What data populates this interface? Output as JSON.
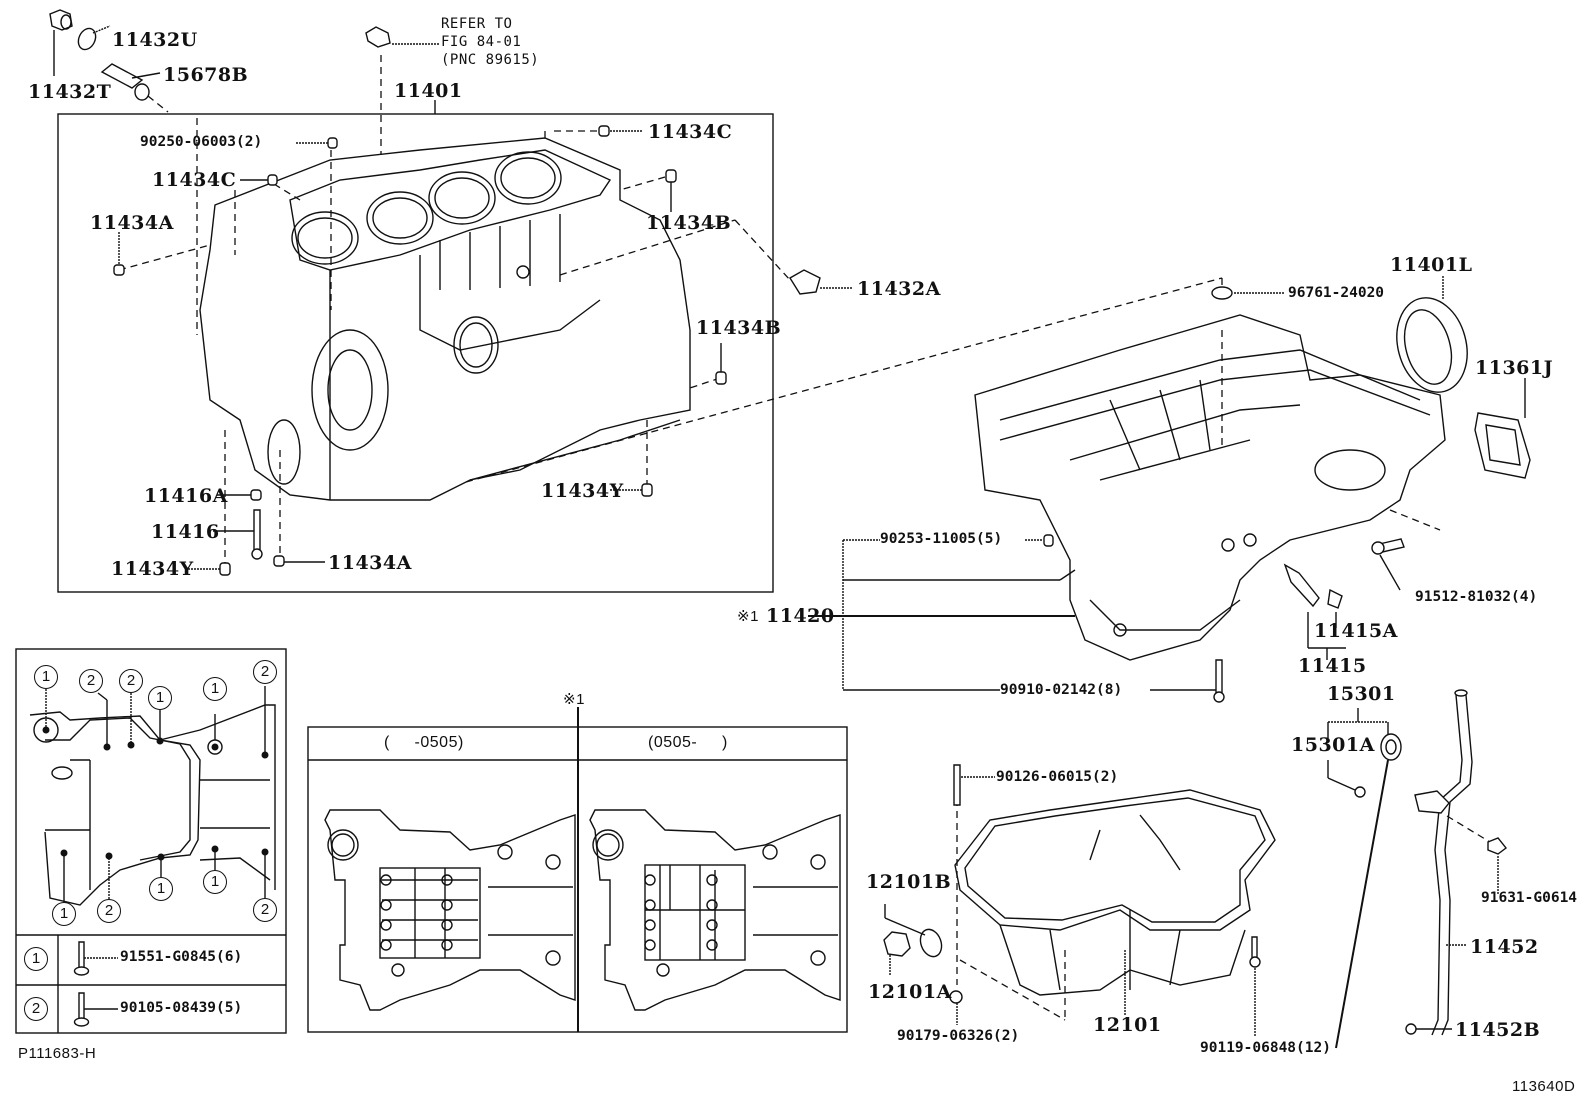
{
  "diagram": {
    "title_code": "113640D",
    "illustration_code": "P111683-H",
    "refer_note": "REFER TO\nFIG 84-01\n(PNC 89615)",
    "cylinder_block": {
      "main_part": "11401",
      "callouts": [
        "11432U",
        "11432T",
        "15678B",
        "90250-06003(2)",
        "11434C",
        "11434C",
        "11434A",
        "11434B",
        "11434B",
        "11432A",
        "11416A",
        "11416",
        "11434Y",
        "11434Y",
        "11434A"
      ]
    },
    "lower_crankcase": {
      "main_part": "11420",
      "main_part_mark": "※1",
      "callouts": [
        "96761-24020",
        "11401L",
        "11361J",
        "90253-11005(5)",
        "91512-81032(4)",
        "11415A",
        "11415",
        "90910-02142(8)"
      ]
    },
    "oil_pan": {
      "callouts": [
        "90126-06015(2)",
        "12101B",
        "12101A",
        "90179-06326(2)",
        "12101",
        "90119-06848(12)"
      ]
    },
    "dipstick": {
      "callouts": [
        "15301",
        "15301A",
        "91631-G0614",
        "11452",
        "11452B"
      ]
    },
    "bolt_legend": {
      "position_markers": [
        "1",
        "2",
        "2",
        "1",
        "1",
        "2",
        "1",
        "2",
        "1",
        "1",
        "2"
      ],
      "rows": [
        {
          "marker": "1",
          "part": "91551-G0845(6)"
        },
        {
          "marker": "2",
          "part": "90105-08439(5)"
        }
      ]
    },
    "variant_inset": {
      "mark": "※1",
      "columns": [
        {
          "header": "(     -0505)"
        },
        {
          "header": "(0505-     )"
        }
      ]
    }
  }
}
